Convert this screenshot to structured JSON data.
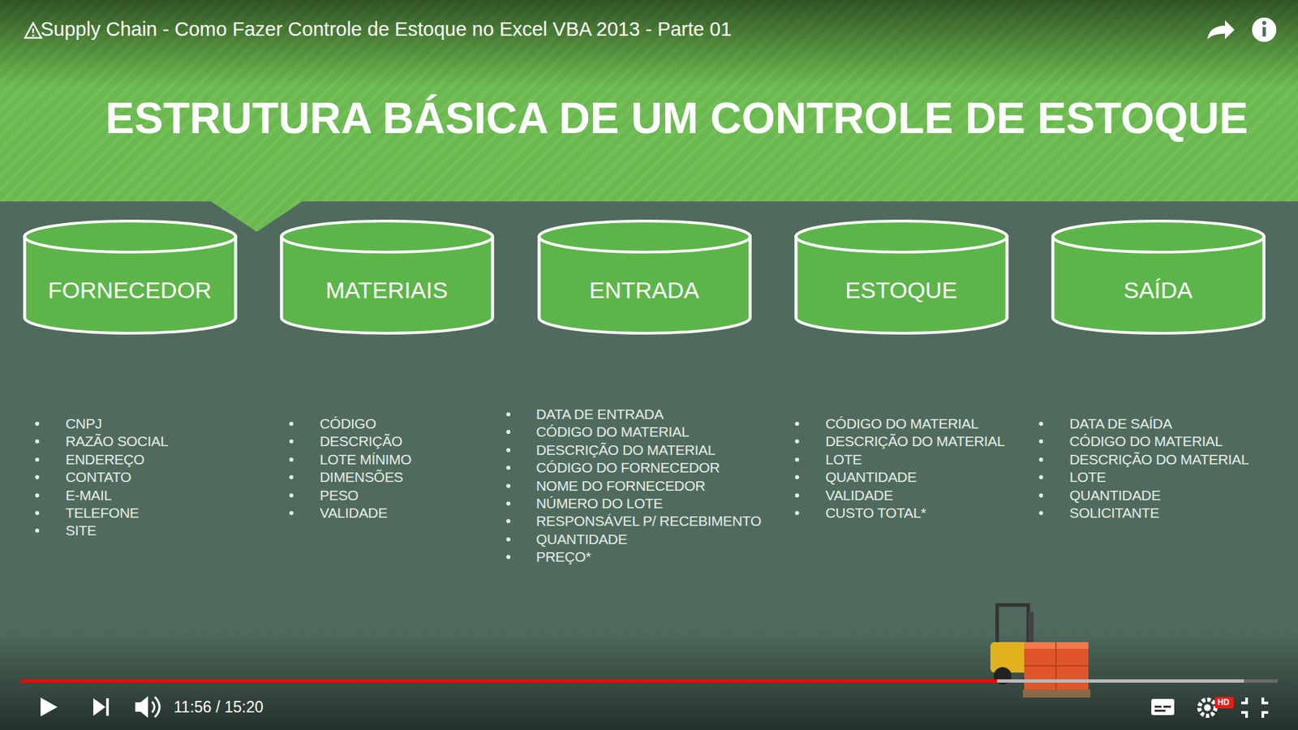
{
  "diagram": {
    "title": "ESTRUTURA BÁSICA DE UM CONTROLE DE ESTOQUE",
    "nodes": [
      {
        "text": [
          "FORNECEDOR"
        ]
      },
      {
        "text": [
          "MATERIAIS"
        ]
      },
      {
        "text": [
          "ENTRADA"
        ]
      },
      {
        "text": [
          "ESTOQUE"
        ]
      },
      {
        "text": [
          "SAÍDA"
        ]
      }
    ],
    "labels": [
      "Supply Chain - Como Fazer Controle de Estoque no Excel VBA 2013 - Parte 01",
      "CNPJ",
      "RAZÃO SOCIAL",
      "ENDEREÇO",
      "CONTATO",
      "E-MAIL",
      "TELEFONE",
      "SITE",
      "CÓDIGO",
      "DESCRIÇÃO",
      "LOTE MÍNIMO",
      "DIMENSÕES",
      "PESO",
      "VALIDADE",
      "DATA DE ENTRADA",
      "CÓDIGO DO MATERIAL",
      "DESCRIÇÃO DO MATERIAL",
      "CÓDIGO DO FORNECEDOR",
      "NOME DO FORNECEDOR",
      "NÚMERO DO LOTE",
      "RESPONSÁVEL P/ RECEBIMENTO",
      "QUANTIDADE",
      "PREÇO*",
      "CÓDIGO DO MATERIAL",
      "DESCRIÇÃO DO MATERIAL",
      "LOTE",
      "QUANTIDADE",
      "VALIDADE",
      "CUSTO TOTAL*",
      "DATA DE SAÍDA",
      "CÓDIGO DO MATERIAL",
      "DESCRIÇÃO DO MATERIAL",
      "LOTE",
      "QUANTIDADE",
      "SOLICITANTE",
      "11:56 / 15:20",
      "HD"
    ]
  }
}
